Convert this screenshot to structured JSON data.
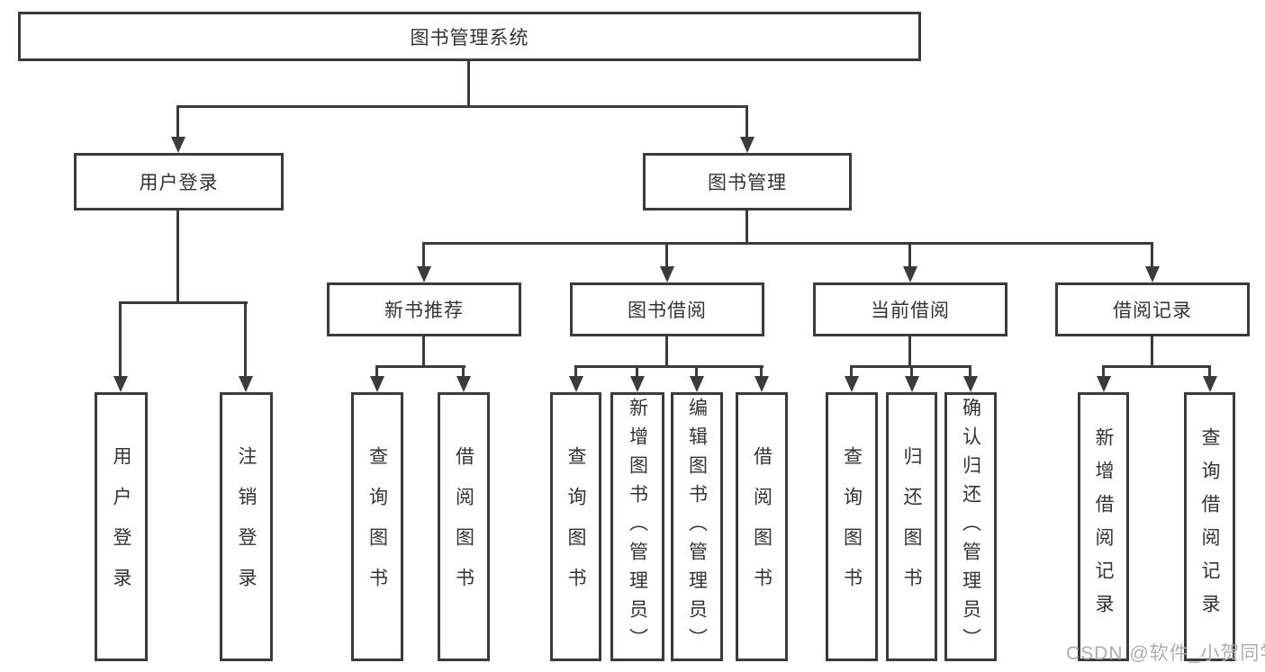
{
  "nodes": {
    "root": "图书管理系统",
    "l2": [
      "用户登录",
      "图书管理"
    ],
    "l3": [
      "新书推荐",
      "图书借阅",
      "当前借阅",
      "借阅记录"
    ],
    "leaves": [
      [
        "用户登录",
        "注销登录"
      ],
      [
        "查询图书",
        "借阅图书"
      ],
      [
        "查询图书",
        "新增图书（管理员）",
        "编辑图书（管理员）",
        "借阅图书"
      ],
      [
        "查询图书",
        "归还图书",
        "确认归还（管理员）"
      ],
      [
        "新增借阅记录",
        "查询借阅记录"
      ]
    ]
  },
  "watermark": "CSDN @软件_小贺同学",
  "colors": {
    "line": "#3b3b3b",
    "text": "#333333",
    "watermark": "#aeaeae",
    "background": "#ffffff"
  }
}
